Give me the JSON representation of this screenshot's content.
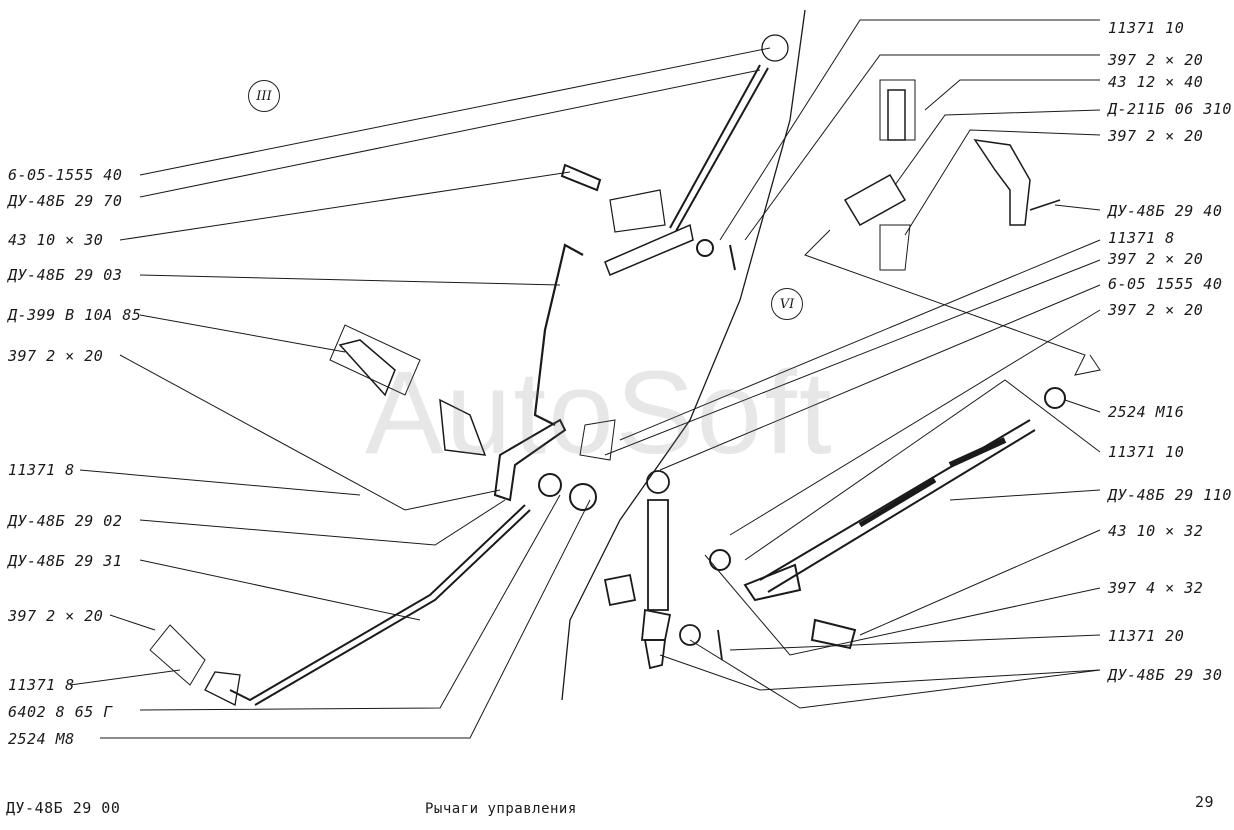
{
  "left_labels": [
    "6-05-1555  40",
    "ДУ-48Б  29  70",
    "43  10 × 30",
    "ДУ-48Б  29  03",
    "Д-399 В 10А 85",
    "397  2 × 20",
    "11371  8",
    "ДУ-48Б  29  02",
    "ДУ-48Б  29 31",
    "397  2 × 20",
    "11371  8",
    "6402  8  65 Г",
    "2524  М8"
  ],
  "right_labels": [
    "11371  10",
    "397  2 × 20",
    "43  12 × 40",
    "Д-211Б  06  310",
    "397  2 × 20",
    "ДУ-48Б  29  40",
    "11371  8",
    "397  2 × 20",
    "6-05 1555  40",
    "397  2 × 20",
    "2524  М16",
    "11371  10",
    "ДУ-48Б  29  110",
    "43  10 × 32",
    "397  4 × 32",
    "11371  20",
    "ДУ-48Б  29  30"
  ],
  "views": {
    "view_3": "III",
    "view_6": "VI"
  },
  "footer": {
    "code": "ДУ-48Б  29  00",
    "title": "Рычаги  управления",
    "page": "29"
  },
  "watermark": "AutoSoft"
}
